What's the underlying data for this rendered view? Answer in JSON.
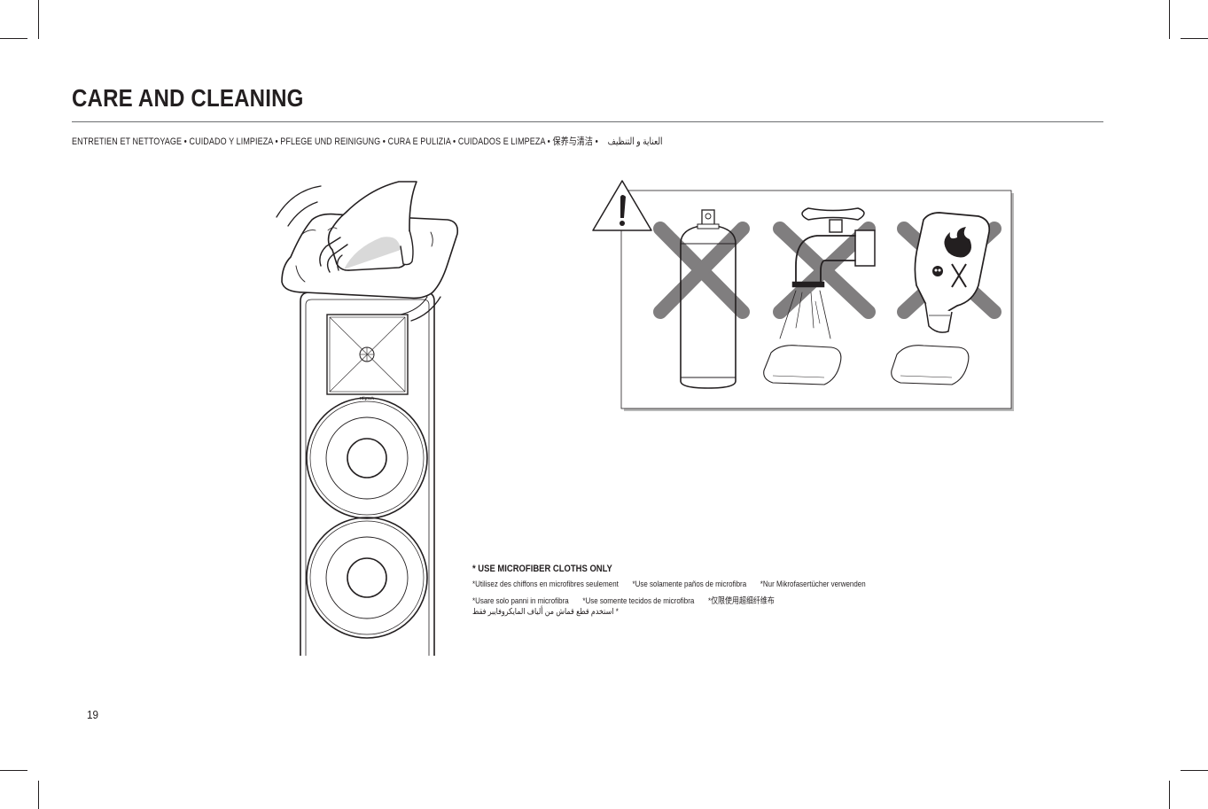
{
  "page": {
    "title": "CARE AND CLEANING",
    "subtitle": "ENTRETIEN ET NETTOYAGE • CUIDADO Y LIMPIEZA • PFLEGE UND REINIGUNG • CURA E PULIZIA • CUIDADOS E LIMPEZA • 保养与清洁 •",
    "subtitle_arabic": "العناية و التنظيف",
    "page_number": "19"
  },
  "speaker": {
    "logo_text": "Klipsch"
  },
  "note": {
    "heading": "* USE MICROFIBER CLOTHS ONLY",
    "line1": [
      "*Utilisez des chiffons en microfibres seulement",
      "*Use solamente paños de microfibra",
      "*Nur Mikrofasertücher verwenden"
    ],
    "line2": [
      "*Usare solo panni in microfibra",
      "*Use somente tecidos de microfibra",
      "*仅限使用超细纤维布"
    ],
    "arabic": "* استخدم قطع قماش من ألياف المايكروفايبر فقط"
  },
  "warning": {
    "icons": [
      "warning-triangle-icon",
      "spray-can-icon",
      "water-faucet-icon",
      "chemical-bottle-icon"
    ],
    "cross_color": "#7a7879"
  }
}
